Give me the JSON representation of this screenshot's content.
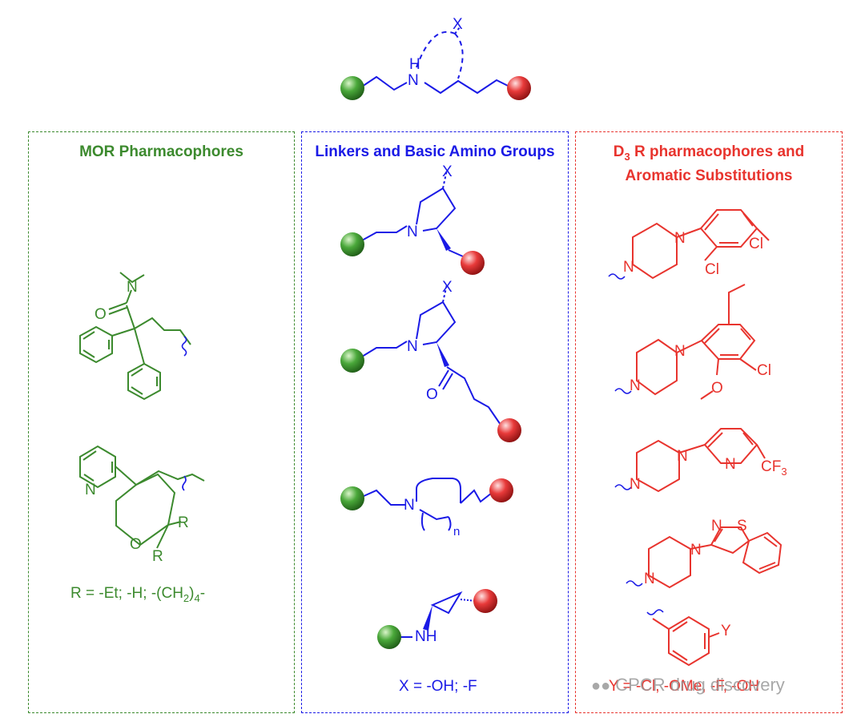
{
  "panels": {
    "mor": {
      "title": "MOR Pharmacophores",
      "footnote": "R = -Et; -H; -(CH",
      "footnote_sub": "2",
      "footnote_end": ")",
      "footnote_sub2": "4",
      "footnote_tail": "-"
    },
    "linkers": {
      "title": "Linkers and Basic Amino Groups",
      "footnote": "X = -OH; -F"
    },
    "d3r": {
      "title_line1_a": "D",
      "title_line1_sub": "3",
      "title_line1_b": "R pharmacophores and",
      "title_line2": "Aromatic Substitutions",
      "footnote": "Y = -Cl, -OMe, -F, -OH"
    }
  },
  "atoms": {
    "X": "X",
    "H": "H",
    "N": "N",
    "O": "O",
    "R": "R",
    "NH": "NH",
    "n": "n",
    "Cl": "Cl",
    "S": "S",
    "Y": "Y",
    "CF": "CF",
    "sub3": "3"
  },
  "watermark": "CPCR drug discovery",
  "colors": {
    "mor": "#3c8a2e",
    "linker": "#1a1ae6",
    "d3r": "#e8342e"
  }
}
